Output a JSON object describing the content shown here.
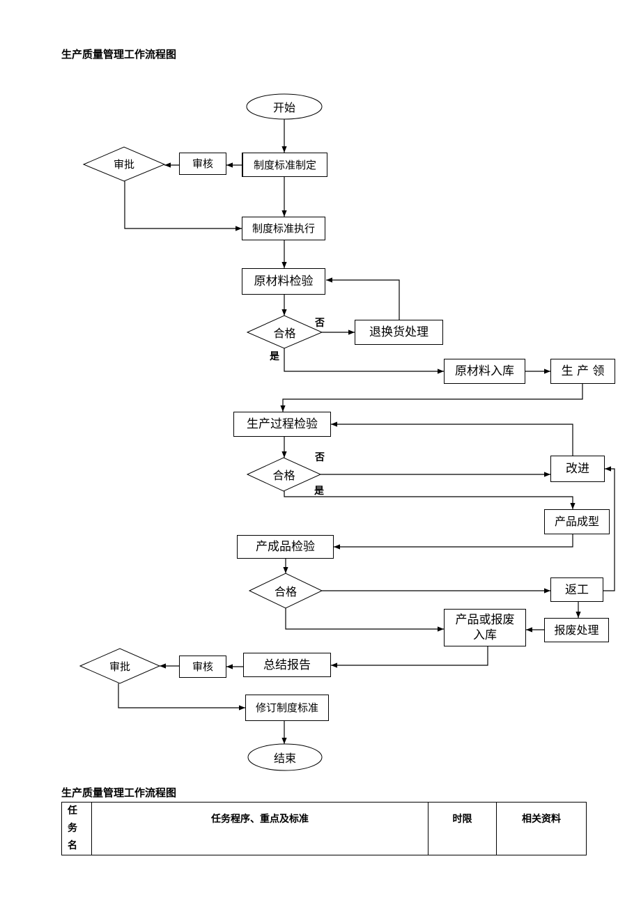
{
  "page": {
    "title": "生产质量管理工作流程图"
  },
  "flowchart": {
    "start": "开始",
    "define_standard": "制度标准制定",
    "review_1": "审核",
    "approve_1": "审批",
    "execute_standard": "制度标准执行",
    "raw_material_inspection": "原材料检验",
    "qualified_1": "合格",
    "no_1": "否",
    "return_exchange": "退换货处理",
    "yes_1": "是",
    "raw_material_storage": "原材料入库",
    "production_requisition": "生 产 领",
    "process_inspection": "生产过程检验",
    "qualified_2": "合格",
    "no_2": "否",
    "improve": "改进",
    "yes_2": "是",
    "product_forming": "产品成型",
    "finished_inspection": "产成品检验",
    "qualified_3": "合格",
    "rework": "返工",
    "scrap_handling": "报废处理",
    "product_or_scrap_storage": "产品或报废入库",
    "summary_report": "总结报告",
    "review_2": "审核",
    "approve_2": "审批",
    "revise_standard": "修订制度标准",
    "end": "结束"
  },
  "table": {
    "title": "生产质量管理工作流程图",
    "headers": [
      "任务名",
      "任务程序、重点及标准",
      "时限",
      "相关资料"
    ]
  }
}
